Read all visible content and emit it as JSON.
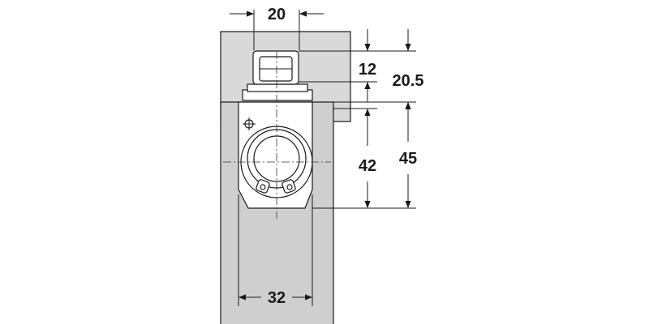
{
  "colors": {
    "frame": "#d9d9d9",
    "door": "#cfcfcf",
    "part": "#ffffff",
    "line": "#1a1a1a"
  },
  "dimensions": {
    "top_width": "20",
    "upper_height": "12",
    "upper_total": "20.5",
    "body_height": "42",
    "body_total": "45",
    "bottom_width": "32"
  },
  "icons": [
    "arrow-icon",
    "crosshair-icon"
  ]
}
